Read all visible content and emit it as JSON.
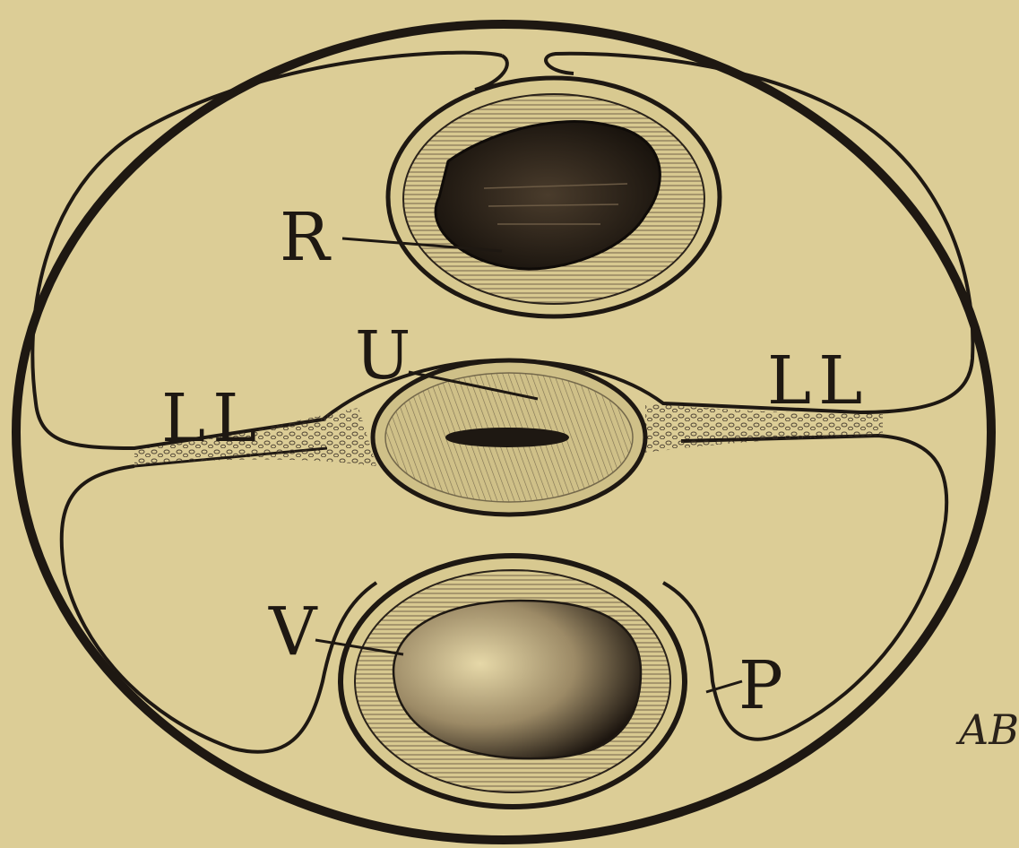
{
  "figure": {
    "labels": {
      "rectum": "R",
      "uterus": "U",
      "ligament_left": "LL",
      "ligament_right": "LL",
      "vagina": "V",
      "peritoneum": "P"
    },
    "monogram": "AB",
    "colors": {
      "paper": "#dccd96",
      "ink": "#1e1812",
      "shading": "#3b3026"
    }
  }
}
